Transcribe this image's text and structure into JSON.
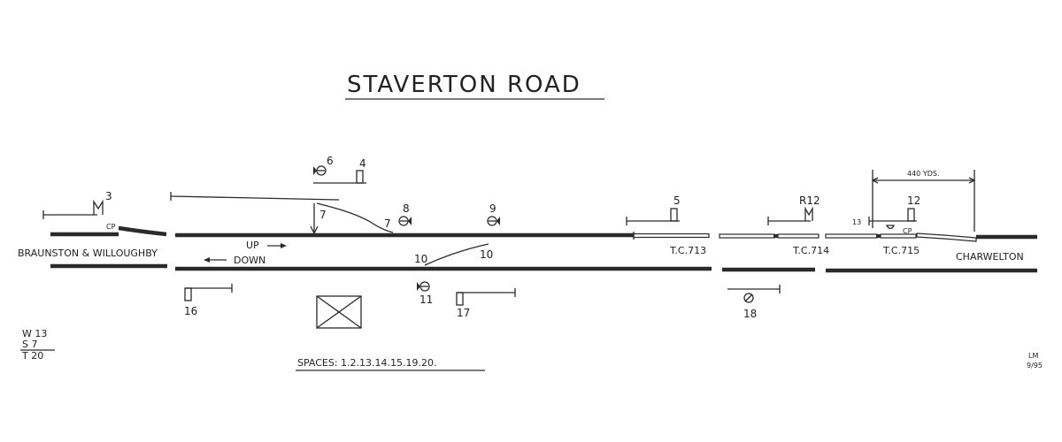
{
  "title": "STAVERTON ROAD",
  "stations": {
    "left": "BRAUNSTON & WILLOUGHBY",
    "right": "CHARWELTON"
  },
  "directions": {
    "up": "UP",
    "down": "DOWN"
  },
  "track_circuits": {
    "tc713": "T.C.713",
    "tc714": "T.C.714",
    "tc715": "T.C.715"
  },
  "distance": "440 YDS.",
  "cp_label": "CP",
  "signals": {
    "s3": "3",
    "s4": "4",
    "s5": "5",
    "s6": "6",
    "s8": "8",
    "s9": "9",
    "s11": "11",
    "s12": "12",
    "r12": "R12",
    "s13": "13",
    "s16": "16",
    "s17": "17",
    "s18": "18"
  },
  "points": {
    "p7": "7",
    "p10": "10"
  },
  "lever_summary": {
    "w": "W 13",
    "s": "S 7",
    "t": "T 20"
  },
  "spaces": "SPACES: 1.2.13.14.15.19.20.",
  "initials": "LM",
  "date": "9/95"
}
